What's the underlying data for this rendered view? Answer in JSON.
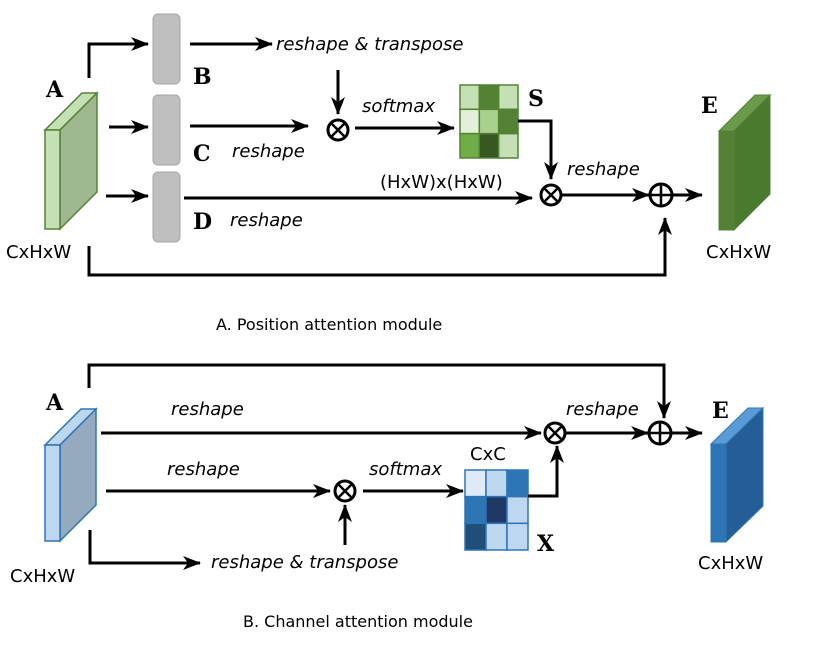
{
  "position_module": {
    "caption": "A. Position attention module",
    "input_label": "A",
    "input_dims": "CxHxW",
    "branch_labels": [
      "B",
      "C",
      "D"
    ],
    "op_reshape_transpose": "reshape & transpose",
    "op_reshape_c": "reshape",
    "op_reshape_d": "reshape",
    "op_softmax": "softmax",
    "attention_label": "S",
    "attention_dims": "(HxW)x(HxW)",
    "op_reshape_out": "reshape",
    "output_label": "E",
    "output_dims": "CxHxW",
    "matrix_colors": [
      "#c5e0b4",
      "#548235",
      "#c5e0b4",
      "#e2f0d9",
      "#a9d18e",
      "#548235",
      "#70ad47",
      "#385723",
      "#c5e0b4"
    ],
    "colors": {
      "input_front": "#c5e0b4",
      "input_side": "#a0b890",
      "output_front": "#548235",
      "output_side": "#4a7a2e",
      "edge": "#548235"
    }
  },
  "channel_module": {
    "caption": "B. Channel attention module",
    "input_label": "A",
    "input_dims": "CxHxW",
    "op_reshape_top": "reshape",
    "op_reshape_mid": "reshape",
    "op_reshape_transpose": "reshape & transpose",
    "op_softmax": "softmax",
    "attention_label": "X",
    "attention_dims": "CxC",
    "op_reshape_out": "reshape",
    "output_label": "E",
    "output_dims": "CxHxW",
    "matrix_colors": [
      "#deebf7",
      "#bdd7ee",
      "#2e75b6",
      "#2e75b6",
      "#1f3864",
      "#bdd7ee",
      "#1f4e79",
      "#bdd7ee",
      "#bdd7ee"
    ],
    "colors": {
      "input_front": "#bdd7ee",
      "input_side": "#95a9bf",
      "output_front": "#2e75b6",
      "output_side": "#255e96",
      "edge": "#2e75b6"
    }
  },
  "symbols": {
    "multiply": "⊗",
    "add": "⊕"
  }
}
